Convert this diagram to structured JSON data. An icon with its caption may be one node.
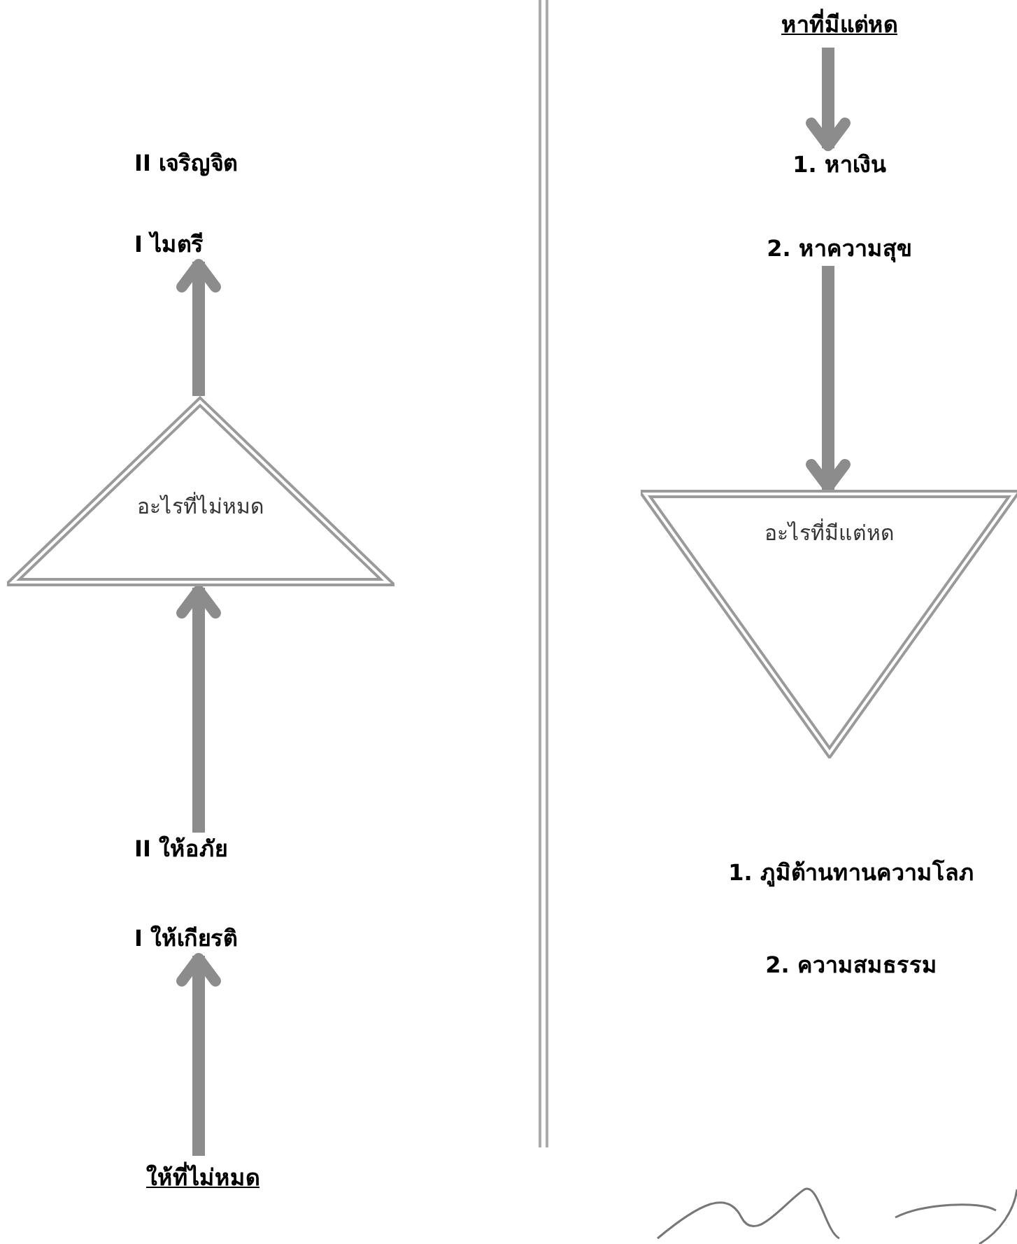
{
  "diagram": {
    "nodes": [
      {
        "text": [
          "หาที่มีแต่หด"
        ]
      },
      {
        "text": [
          "II เจริญจิต",
          "I ไมตรี"
        ]
      },
      {
        "text": [
          "1. หาเงิน",
          "2. หาความสุข"
        ]
      },
      {
        "text": [
          "อะไรที่ไม่หมด"
        ]
      },
      {
        "text": [
          "อะไรที่มีแต่หด"
        ]
      },
      {
        "text": [
          "II ให้อภัย",
          "I ให้เกียรติ"
        ]
      },
      {
        "text": [
          "1. ภูมิต้านทานความโลภ",
          "2. ความสมธรรม"
        ]
      },
      {
        "text": [
          "ให้ที่ไม่หมด"
        ]
      }
    ],
    "edges": [
      {
        "from": 3,
        "to": 1,
        "arrow": "to"
      },
      {
        "from": 5,
        "to": 3,
        "arrow": "to"
      },
      {
        "from": 7,
        "to": 5,
        "arrow": "to"
      },
      {
        "from": 0,
        "to": 2,
        "arrow": "to"
      },
      {
        "from": 2,
        "to": 4,
        "arrow": "to"
      }
    ]
  }
}
